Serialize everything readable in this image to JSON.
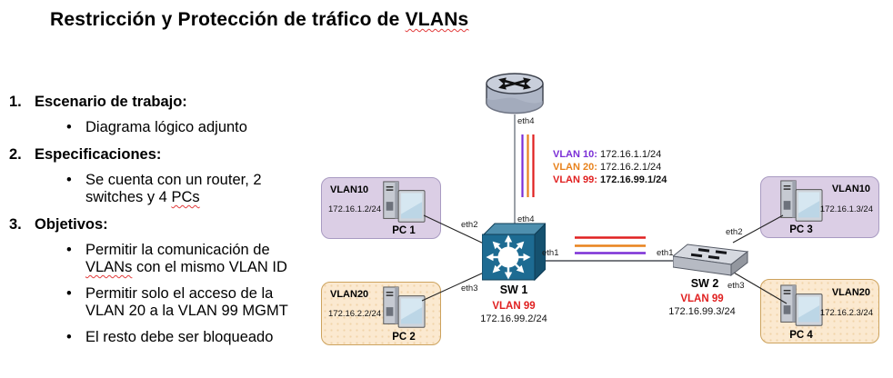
{
  "title": {
    "pre": "Restricción y Protección de tráfico de ",
    "wavy": "VLANs"
  },
  "outline": {
    "s1": {
      "num": "1.",
      "title": "Escenario de trabajo:"
    },
    "s1b1l1": {
      "pre": "Diagrama lógico adjunto",
      "wavy": "",
      "post": ""
    },
    "s2": {
      "num": "2.",
      "title": "Especificaciones:"
    },
    "s2b1l1": {
      "pre": "Se cuenta con un router, 2",
      "wavy": "",
      "post": ""
    },
    "s2b1l2": {
      "pre": "switches y 4 ",
      "wavy": "PCs",
      "post": ""
    },
    "s3": {
      "num": "3.",
      "title": "Objetivos:"
    },
    "s3b1l1": {
      "pre": "Permitir la comunicación de",
      "wavy": "",
      "post": ""
    },
    "s3b1l2": {
      "pre": "",
      "wavy": "VLANs",
      "post": " con el mismo VLAN ID"
    },
    "s3b2l1": {
      "pre": "Permitir solo el acceso de la",
      "wavy": "",
      "post": ""
    },
    "s3b2l2": {
      "pre": "VLAN 20 a la VLAN 99 MGMT",
      "wavy": "",
      "post": ""
    },
    "s3b3l1": {
      "pre": "El resto debe ser bloqueado",
      "wavy": "",
      "post": ""
    }
  },
  "diagram": {
    "legend": [
      {
        "label": "VLAN 10:",
        "value": "172.16.1.1/24"
      },
      {
        "label": "VLAN 20:",
        "value": "172.16.2.1/24"
      },
      {
        "label": "VLAN 99:",
        "value": "172.16.99.1/24"
      }
    ],
    "ports": {
      "r_eth4": "eth4",
      "sw1_eth4": "eth4",
      "sw1_eth2": "eth2",
      "sw1_eth3": "eth3",
      "sw1_eth1": "eth1",
      "sw2_eth1": "eth1",
      "sw2_eth2": "eth2",
      "sw2_eth3": "eth3"
    },
    "sw1": {
      "name": "SW 1",
      "vlan": "VLAN 99",
      "ip": "172.16.99.2/24"
    },
    "sw2": {
      "name": "SW 2",
      "vlan": "VLAN 99",
      "ip": "172.16.99.3/24"
    },
    "pcs": [
      {
        "vlan": "VLAN10",
        "ip": "172.16.1.2/24",
        "name": "PC 1"
      },
      {
        "vlan": "VLAN20",
        "ip": "172.16.2.2/24",
        "name": "PC 2"
      },
      {
        "vlan": "VLAN10",
        "ip": "172.16.1.3/24",
        "name": "PC 3"
      },
      {
        "vlan": "VLAN20",
        "ip": "172.16.2.3/24",
        "name": "PC 4"
      }
    ],
    "icons": [
      "router-icon",
      "multilayer-switch-icon",
      "workgroup-switch-icon",
      "pc-icon"
    ]
  },
  "colors": {
    "vlan10": "#7B2FD6",
    "vlan20": "#E8821C",
    "vlan99": "#E02020",
    "pc_purple_fill": "#DBCEE5",
    "pc_purple_border": "#A99BC2",
    "pc_orange_fill": "#FBE9D0",
    "pc_orange_border": "#CDA35E",
    "switch_teal": "#1D6B92",
    "wavy_underline": "#E23B3B"
  }
}
